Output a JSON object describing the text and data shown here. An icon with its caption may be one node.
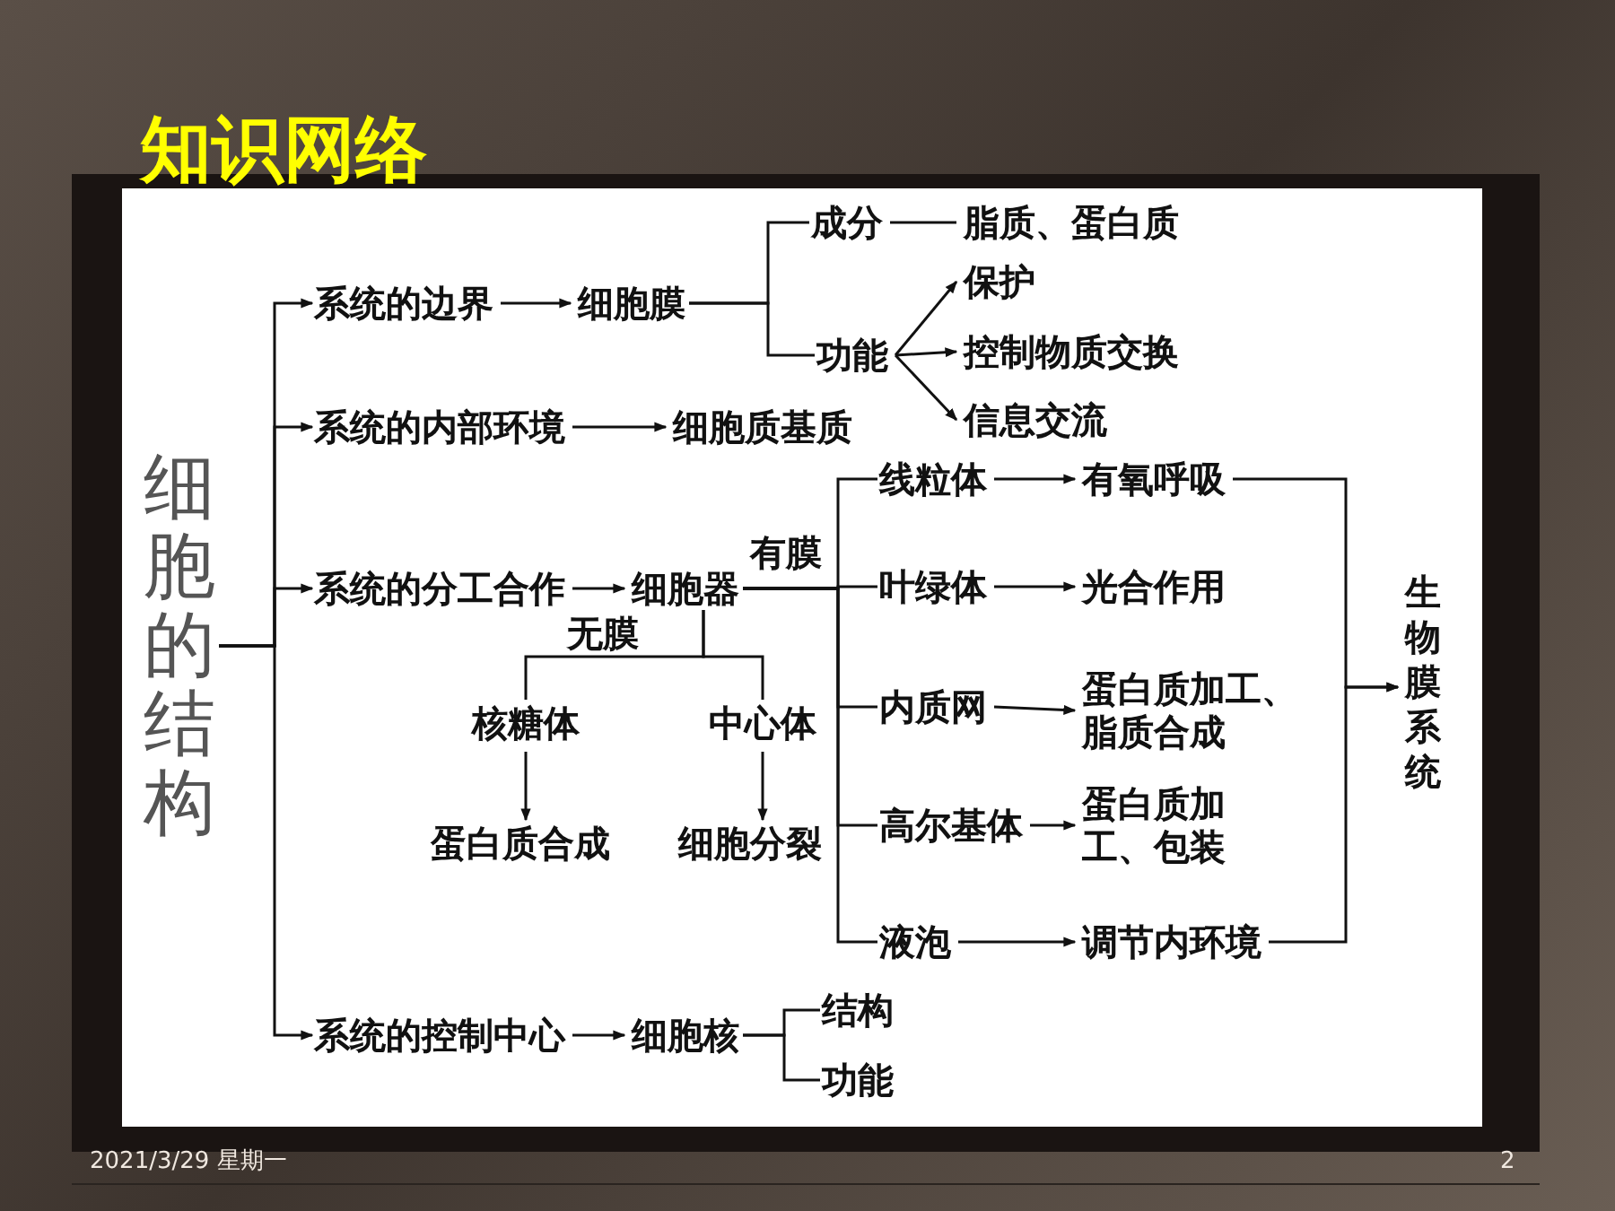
{
  "diagram": {
    "title": "知识网络",
    "nodes": [
      {
        "text": [
          "细胞的结构"
        ]
      },
      {
        "text": [
          "系统的边界"
        ]
      },
      {
        "text": [
          "细胞膜"
        ]
      },
      {
        "text": [
          "成分"
        ]
      },
      {
        "text": [
          "脂质、蛋白质"
        ]
      },
      {
        "text": [
          "功能"
        ]
      },
      {
        "text": [
          "保护"
        ]
      },
      {
        "text": [
          "控制物质交换"
        ]
      },
      {
        "text": [
          "信息交流"
        ]
      },
      {
        "text": [
          "系统的内部环境"
        ]
      },
      {
        "text": [
          "细胞质基质"
        ]
      },
      {
        "text": [
          "系统的分工合作"
        ]
      },
      {
        "text": [
          "细胞器"
        ]
      },
      {
        "text": [
          "核糖体"
        ]
      },
      {
        "text": [
          "中心体"
        ]
      },
      {
        "text": [
          "蛋白质合成"
        ]
      },
      {
        "text": [
          "细胞分裂"
        ]
      },
      {
        "text": [
          "线粒体"
        ]
      },
      {
        "text": [
          "叶绿体"
        ]
      },
      {
        "text": [
          "内质网"
        ]
      },
      {
        "text": [
          "高尔基体"
        ]
      },
      {
        "text": [
          "液泡"
        ]
      },
      {
        "text": [
          "有氧呼吸"
        ]
      },
      {
        "text": [
          "光合作用"
        ]
      },
      {
        "text": [
          "蛋白质加工、脂质合成"
        ]
      },
      {
        "text": [
          "蛋白质加工、包装"
        ]
      },
      {
        "text": [
          "调节内环境"
        ]
      },
      {
        "text": [
          "生物膜系统"
        ]
      },
      {
        "text": [
          "系统的控制中心"
        ]
      },
      {
        "text": [
          "细胞核"
        ]
      },
      {
        "text": [
          "结构"
        ]
      },
      {
        "text": [
          "功能"
        ]
      }
    ],
    "edges": [
      {
        "from": 0,
        "to": 1,
        "arrow": "to"
      },
      {
        "from": 0,
        "to": 9,
        "arrow": "to"
      },
      {
        "from": 0,
        "to": 11,
        "arrow": "to"
      },
      {
        "from": 0,
        "to": 28,
        "arrow": "to"
      },
      {
        "from": 1,
        "to": 2,
        "arrow": "to"
      },
      {
        "from": 2,
        "to": 3,
        "arrow": "none"
      },
      {
        "from": 2,
        "to": 5,
        "arrow": "none"
      },
      {
        "from": 3,
        "to": 4,
        "arrow": "none"
      },
      {
        "from": 5,
        "to": 6,
        "arrow": "to"
      },
      {
        "from": 5,
        "to": 7,
        "arrow": "to"
      },
      {
        "from": 5,
        "to": 8,
        "arrow": "to"
      },
      {
        "from": 9,
        "to": 10,
        "arrow": "to"
      },
      {
        "from": 11,
        "to": 12,
        "arrow": "to"
      },
      {
        "from": 12,
        "to": 17,
        "arrow": "none"
      },
      {
        "from": 12,
        "to": 18,
        "arrow": "none",
        "label": "有膜"
      },
      {
        "from": 12,
        "to": 19,
        "arrow": "none"
      },
      {
        "from": 12,
        "to": 20,
        "arrow": "none"
      },
      {
        "from": 12,
        "to": 21,
        "arrow": "none"
      },
      {
        "from": 12,
        "to": 13,
        "arrow": "none",
        "label": "无膜"
      },
      {
        "from": 12,
        "to": 14,
        "arrow": "none"
      },
      {
        "from": 13,
        "to": 15,
        "arrow": "to"
      },
      {
        "from": 14,
        "to": 16,
        "arrow": "to"
      },
      {
        "from": 17,
        "to": 22,
        "arrow": "to"
      },
      {
        "from": 18,
        "to": 23,
        "arrow": "to"
      },
      {
        "from": 19,
        "to": 24,
        "arrow": "to"
      },
      {
        "from": 20,
        "to": 25,
        "arrow": "to"
      },
      {
        "from": 21,
        "to": 26,
        "arrow": "to"
      },
      {
        "from": 22,
        "to": 27,
        "arrow": "to"
      },
      {
        "from": 26,
        "to": 27,
        "arrow": "to"
      },
      {
        "from": 28,
        "to": 29,
        "arrow": "to"
      },
      {
        "from": 29,
        "to": 30,
        "arrow": "none"
      },
      {
        "from": 29,
        "to": 31,
        "arrow": "none"
      }
    ],
    "labels": [
      "2021/3/29 星期一",
      "2"
    ]
  }
}
